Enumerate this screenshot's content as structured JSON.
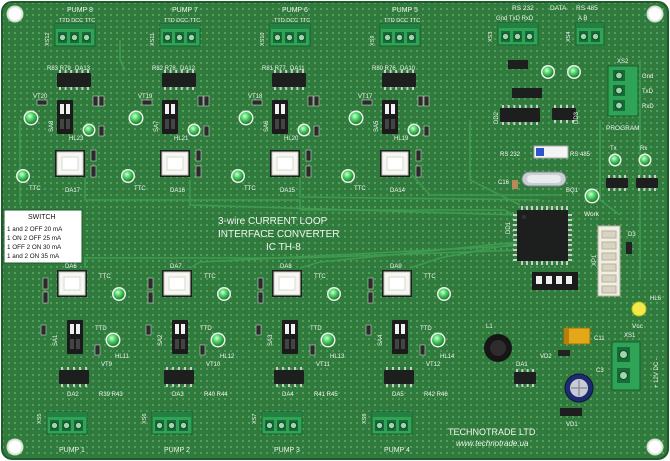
{
  "board": {
    "title_lines": [
      "3-wire CURRENT LOOP",
      "INTERFACE CONVERTER",
      "IC TH-8"
    ],
    "maker": "TECHNOTRADE LTD",
    "website": "www.technotrade.ua"
  },
  "pump_headers": [
    {
      "label": "PUMP 8",
      "connector": "XS12",
      "pins": "TTD DCC TTC"
    },
    {
      "label": "PUMP 7",
      "connector": "XS11",
      "pins": "TTD DCC TTC"
    },
    {
      "label": "PUMP 6",
      "connector": "XS10",
      "pins": "TTD DCC TTC"
    },
    {
      "label": "PUMP 5",
      "connector": "XS9",
      "pins": "TTD DCC TTC"
    },
    {
      "label": "PUMP 1",
      "connector": "XS5",
      "pins": ""
    },
    {
      "label": "PUMP 2",
      "connector": "XS6",
      "pins": ""
    },
    {
      "label": "PUMP 3",
      "connector": "XS7",
      "pins": ""
    },
    {
      "label": "PUMP 4",
      "connector": "XS8",
      "pins": ""
    }
  ],
  "top_channels": [
    {
      "ic": "DA13",
      "opto": "DA17",
      "switch": "SA8",
      "led": "HL23",
      "vt": "VT20",
      "res": "R83 R79"
    },
    {
      "ic": "DA12",
      "opto": "DA16",
      "switch": "SA7",
      "led": "HL21",
      "vt": "VT19",
      "res": "R82 R78"
    },
    {
      "ic": "DA11",
      "opto": "DA15",
      "switch": "SA6",
      "led": "HL20",
      "vt": "VT18",
      "res": "R81 R77"
    },
    {
      "ic": "DA10",
      "opto": "DA14",
      "switch": "SA5",
      "led": "HL19",
      "vt": "VT17",
      "res": "R80 R76"
    }
  ],
  "bottom_channels": [
    {
      "ic": "DA2",
      "opto": "DA6",
      "switch": "SA1",
      "led": "HL11",
      "vt": "VT9",
      "res": "R39 R43"
    },
    {
      "ic": "DA3",
      "opto": "DA7",
      "switch": "SA2",
      "led": "HL12",
      "vt": "VT10",
      "res": "R40 R44"
    },
    {
      "ic": "DA4",
      "opto": "DA8",
      "switch": "SA3",
      "led": "HL13",
      "vt": "VT11",
      "res": "R41 R45"
    },
    {
      "ic": "DA5",
      "opto": "DA9",
      "switch": "SA4",
      "led": "HL14",
      "vt": "VT12",
      "res": "R42 R46"
    }
  ],
  "switch_table": {
    "title": "SWITCH",
    "rows": [
      "1 and 2 OFF 20 mA",
      "1 ON  2 OFF 25 mA",
      "1 OFF 2 ON  30 mA",
      "1 and 2 ON  35 mA"
    ]
  },
  "data_ports": {
    "data_label": "DATA",
    "rs232_label": "RS 232",
    "rs232_pins": "Gnd TxD RxD",
    "rs232_connector": "XS3",
    "rs485_label": "RS 485",
    "rs485_pins": "A  B",
    "rs485_connector": "XS4",
    "program_label": "PROGRAM",
    "program_connector": "XS2",
    "program_pins": [
      "Gnd",
      "TxD",
      "RxD"
    ],
    "rs232_switch_label": "RS 232",
    "rs485_switch_label": "RS 485"
  },
  "center_labels": {
    "mcu": "DD1",
    "crystal": "BQ1",
    "work": "Work",
    "led_tx": "Tx",
    "led_rx": "Rx",
    "cap_c16": "C16",
    "ic_dd2": "DD2",
    "ic_dd3": "DD3",
    "ic_da1": "DA1",
    "xp1": "XP1",
    "coil": "L1",
    "vcc": "Vcc",
    "hl6": "HL6",
    "vd1": "VD1",
    "vd2": "VD2",
    "c11": "C11",
    "c3": "C3",
    "power_connector": "XS1",
    "power_label": "+ 12V DC -",
    "ttd": "TTD",
    "ttc": "TTC",
    "d3": "D3"
  },
  "colors": {
    "pcb": "#2f7a3c",
    "pcb_light": "#3a8f49",
    "silkscreen": "#f2f5ee",
    "terminal": "#2fa356",
    "chip": "#1c1f1d",
    "led": "#4fd86a",
    "opto": "#f7f7f2",
    "tantalum": "#e2a81a",
    "blue_switch": "#2d55c9"
  }
}
